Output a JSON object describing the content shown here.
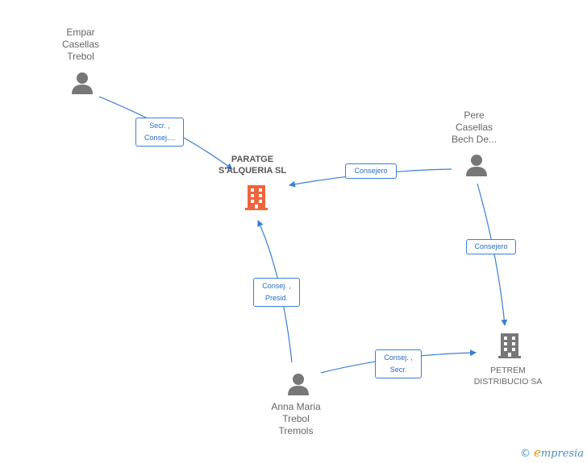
{
  "nodes": {
    "person_empar": {
      "label": "Empar\nCasellas\nTrebol",
      "icon": "person-icon"
    },
    "person_pere": {
      "label": "Pere\nCasellas\nBech De...",
      "icon": "person-icon"
    },
    "person_anna": {
      "label": "Anna Maria\nTrebol\nTremols",
      "icon": "person-icon"
    },
    "company_main": {
      "label": "PARATGE\nS'ALQUERIA SL",
      "icon": "building-icon",
      "color": "#f0643c"
    },
    "company_petrem": {
      "label": "PETREM\nDISTRIBUCIO SA",
      "icon": "building-icon",
      "color": "#777777"
    }
  },
  "edges": {
    "empar_main": {
      "label": "Secr. ,\nConsej...."
    },
    "pere_main": {
      "label": "Consejero"
    },
    "pere_petrem": {
      "label": "Consejero"
    },
    "anna_main": {
      "label": "Consej. ,\nPresid."
    },
    "anna_petrem": {
      "label": "Consej. ,\nSecr."
    }
  },
  "colors": {
    "edge": "#3a7fd5",
    "person": "#777777"
  },
  "brand": {
    "copyright": "©",
    "initial": "e",
    "rest": "mpresia"
  }
}
